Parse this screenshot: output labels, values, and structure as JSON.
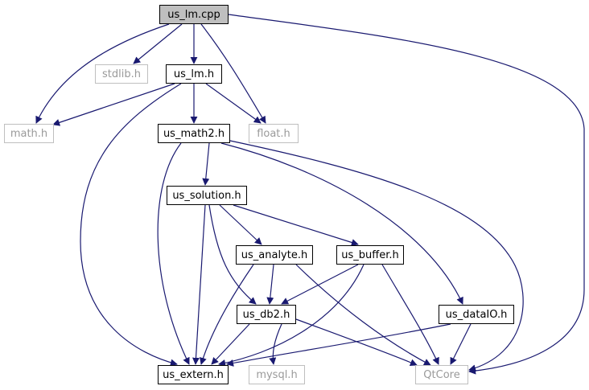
{
  "colors": {
    "edge": "#191970",
    "dark_border": "#000000",
    "light_border": "#bfbfbf",
    "root_fill": "#bfbfbf"
  },
  "nodes": {
    "us_lm_cpp": "us_lm.cpp",
    "stdlib_h": "stdlib.h",
    "us_lm_h": "us_lm.h",
    "math_h": "math.h",
    "us_math2_h": "us_math2.h",
    "float_h": "float.h",
    "us_solution_h": "us_solution.h",
    "us_analyte_h": "us_analyte.h",
    "us_buffer_h": "us_buffer.h",
    "us_db2_h": "us_db2.h",
    "us_dataio_h": "us_dataIO.h",
    "us_extern_h": "us_extern.h",
    "mysql_h": "mysql.h",
    "qtcore": "QtCore"
  },
  "edges": [
    [
      "us_lm_cpp",
      "stdlib_h"
    ],
    [
      "us_lm_cpp",
      "us_lm_h"
    ],
    [
      "us_lm_cpp",
      "math_h"
    ],
    [
      "us_lm_cpp",
      "float_h"
    ],
    [
      "us_lm_cpp",
      "qtcore"
    ],
    [
      "us_lm_h",
      "math_h"
    ],
    [
      "us_lm_h",
      "us_math2_h"
    ],
    [
      "us_lm_h",
      "float_h"
    ],
    [
      "us_lm_h",
      "us_extern_h"
    ],
    [
      "us_math2_h",
      "us_solution_h"
    ],
    [
      "us_math2_h",
      "us_extern_h"
    ],
    [
      "us_math2_h",
      "us_dataio_h"
    ],
    [
      "us_math2_h",
      "qtcore"
    ],
    [
      "us_solution_h",
      "us_analyte_h"
    ],
    [
      "us_solution_h",
      "us_buffer_h"
    ],
    [
      "us_solution_h",
      "us_db2_h"
    ],
    [
      "us_solution_h",
      "us_extern_h"
    ],
    [
      "us_analyte_h",
      "us_db2_h"
    ],
    [
      "us_analyte_h",
      "us_extern_h"
    ],
    [
      "us_analyte_h",
      "qtcore"
    ],
    [
      "us_buffer_h",
      "us_db2_h"
    ],
    [
      "us_buffer_h",
      "us_extern_h"
    ],
    [
      "us_buffer_h",
      "qtcore"
    ],
    [
      "us_db2_h",
      "us_extern_h"
    ],
    [
      "us_db2_h",
      "mysql_h"
    ],
    [
      "us_db2_h",
      "qtcore"
    ],
    [
      "us_dataio_h",
      "us_extern_h"
    ],
    [
      "us_dataio_h",
      "qtcore"
    ]
  ]
}
